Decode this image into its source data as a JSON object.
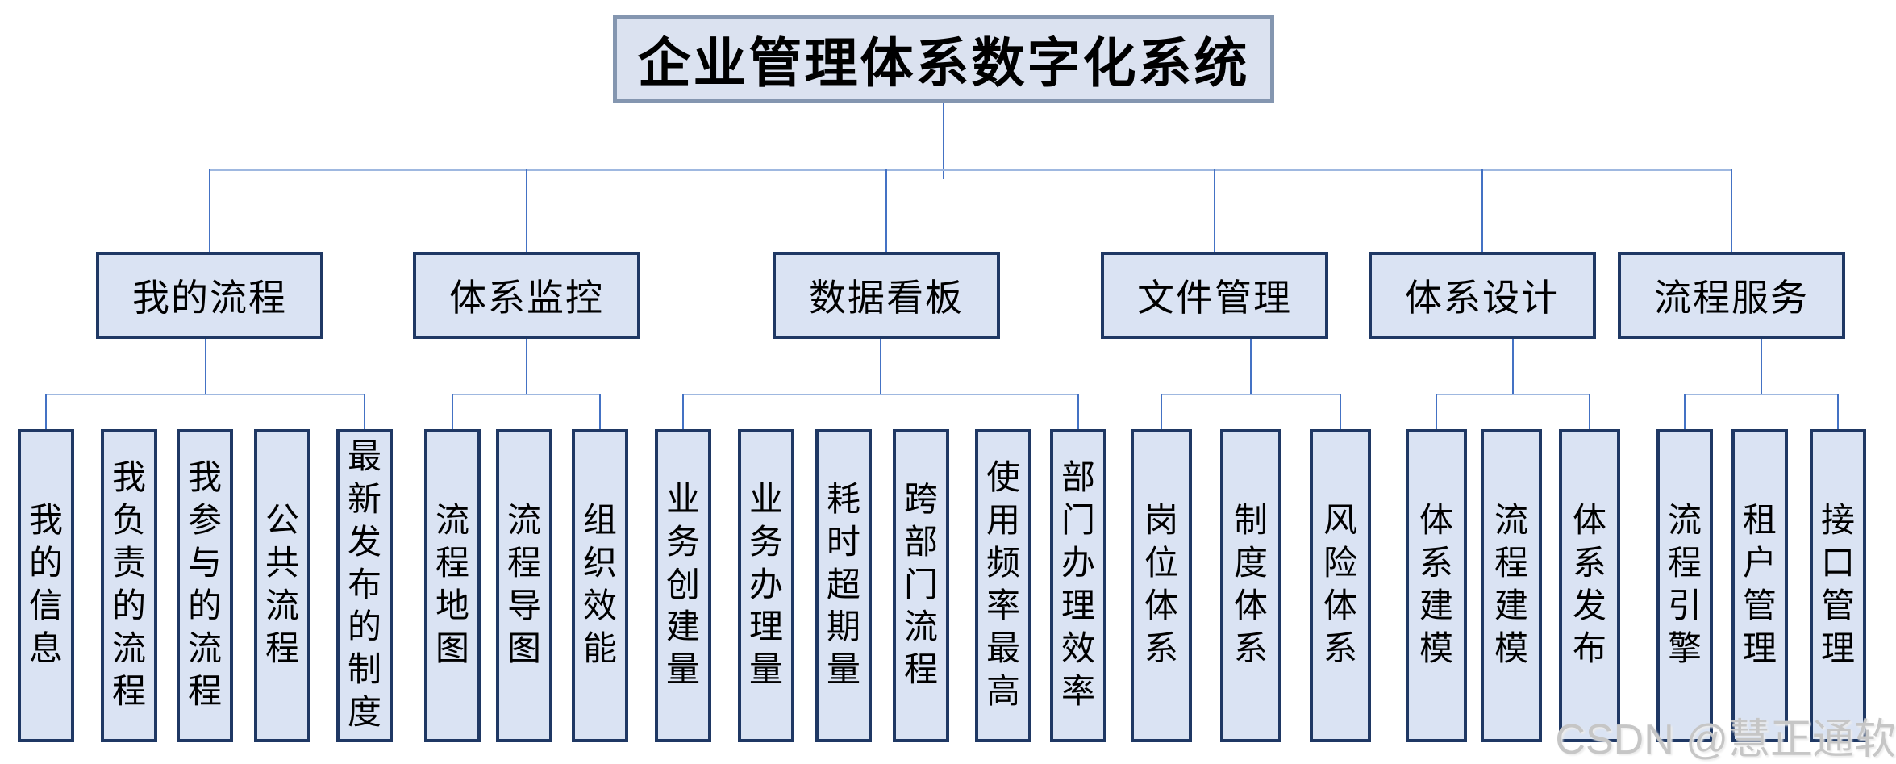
{
  "title": {
    "text": "企业管理体系数字化系统"
  },
  "watermark": {
    "text": "CSDN @慧正通软"
  },
  "colors": {
    "node_fill": "#dae3f3",
    "node_border": "#1f3864",
    "title_border": "#8496b0",
    "stem_line": "#4472c4",
    "rail_line": "#9fb8e0"
  },
  "tree": {
    "branches": [
      {
        "label": "我的流程",
        "children": [
          "我的信息",
          "我负责的流程",
          "我参与的流程",
          "公共流程",
          "最新发布的制度"
        ]
      },
      {
        "label": "体系监控",
        "children": [
          "流程地图",
          "流程导图",
          "组织效能"
        ]
      },
      {
        "label": "数据看板",
        "children": [
          "业务创建量",
          "业务办理量",
          "耗时超期量",
          "跨部门流程",
          "使用频率最高",
          "部门办理效率"
        ]
      },
      {
        "label": "文件管理",
        "children": [
          "岗位体系",
          "制度体系",
          "风险体系"
        ]
      },
      {
        "label": "体系设计",
        "children": [
          "体系建模",
          "流程建模",
          "体系发布"
        ]
      },
      {
        "label": "流程服务",
        "children": [
          "流程引擎",
          "租户管理",
          "接口管理"
        ]
      }
    ]
  }
}
